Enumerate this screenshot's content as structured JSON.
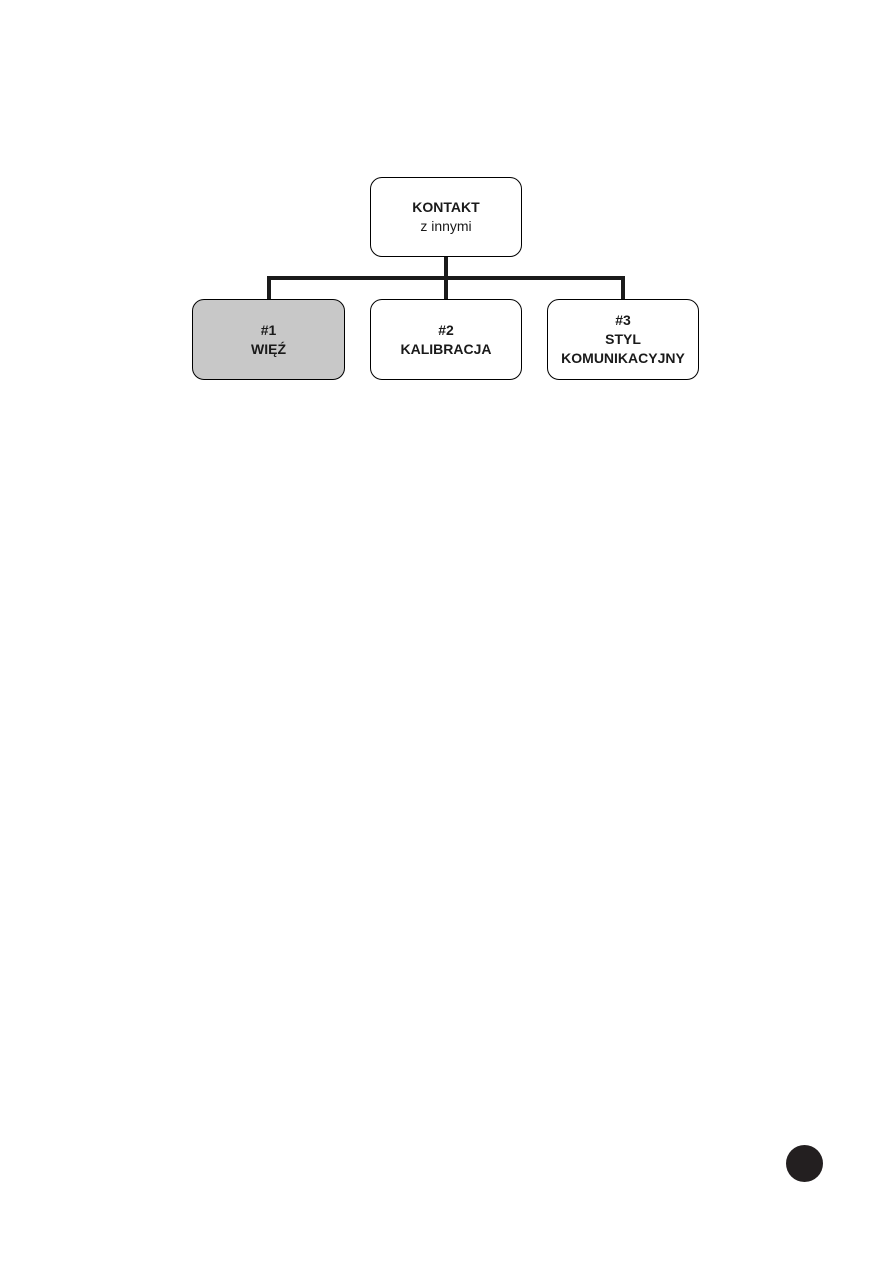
{
  "diagram": {
    "root": {
      "title": "KONTAKT",
      "subtitle": "z innymi"
    },
    "children": [
      {
        "number": "#1",
        "label": "WIĘŹ",
        "highlighted": true
      },
      {
        "number": "#2",
        "label": "KALIBRACJA",
        "highlighted": false
      },
      {
        "number": "#3",
        "label": "STYL KOMUNIKACYJNY",
        "highlighted": false
      }
    ],
    "colors": {
      "highlight_fill": "#c8c8c8",
      "box_border": "#000000",
      "connector": "#1a1a1a",
      "text": "#1a1a1a"
    }
  },
  "footer": {
    "page_marker_color": "#231f20"
  }
}
